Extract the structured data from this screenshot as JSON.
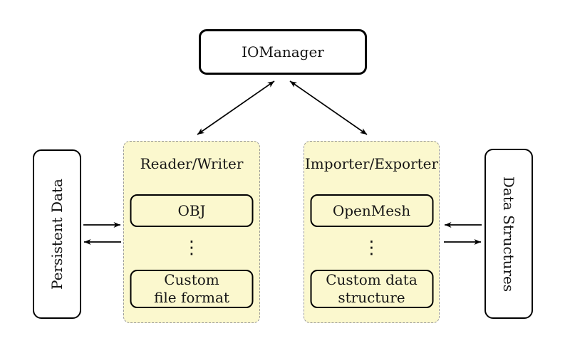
{
  "nodes": {
    "io_manager": {
      "label": "IOManager"
    },
    "persistent_data": {
      "label": "Persistent Data"
    },
    "data_structures": {
      "label": "Data Structures"
    },
    "reader_writer_group": {
      "title": "Reader/Writer",
      "box1": {
        "label": "OBJ"
      },
      "dots": "⋮",
      "box2": {
        "line1": "Custom",
        "line2": "file format"
      }
    },
    "importer_exporter_group": {
      "title": "Importer/Exporter",
      "box1": {
        "label": "OpenMesh"
      },
      "dots": "⋮",
      "box2": {
        "line1": "Custom data",
        "line2": "structure"
      }
    }
  },
  "colors": {
    "background": "#ffffff",
    "group_fill": "#fbf8ce",
    "group_border": "#9a9a9a",
    "node_border": "#000000",
    "node_fill": "#ffffff",
    "arrow": "#000000"
  }
}
